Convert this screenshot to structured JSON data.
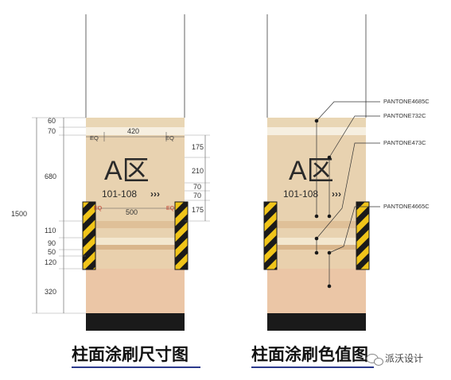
{
  "left_panel": {
    "caption": "柱面涂刷尺寸图",
    "zone_label": "A区",
    "room_range": "101-108",
    "room_arrows": "›››",
    "total_height": "1500",
    "left_dims": [
      "60",
      "70",
      "680",
      "110",
      "90",
      "50",
      "120",
      "320"
    ],
    "right_dims": [
      "175",
      "210",
      "70",
      "70",
      "175"
    ],
    "top_width": "420",
    "mid_width": "500",
    "eq_left": "EQ",
    "eq_right": "EQ"
  },
  "right_panel": {
    "caption": "柱面涂刷色值图",
    "zone_label": "A区",
    "room_range": "101-108",
    "room_arrows": "›››",
    "pantone_labels": [
      "PANTONE4685C",
      "PANTONE732C",
      "PANTONE473C",
      "PANTONE4665C"
    ]
  },
  "watermark": "派沃设计",
  "colors": {
    "column_light": "#ecdcc0",
    "column_band": "#d4b48a",
    "column_lower": "#e7c8a8",
    "base_black": "#1a1a1a",
    "stripe_yellow": "#f0c419",
    "caption_underline": "#2b3a8c"
  }
}
